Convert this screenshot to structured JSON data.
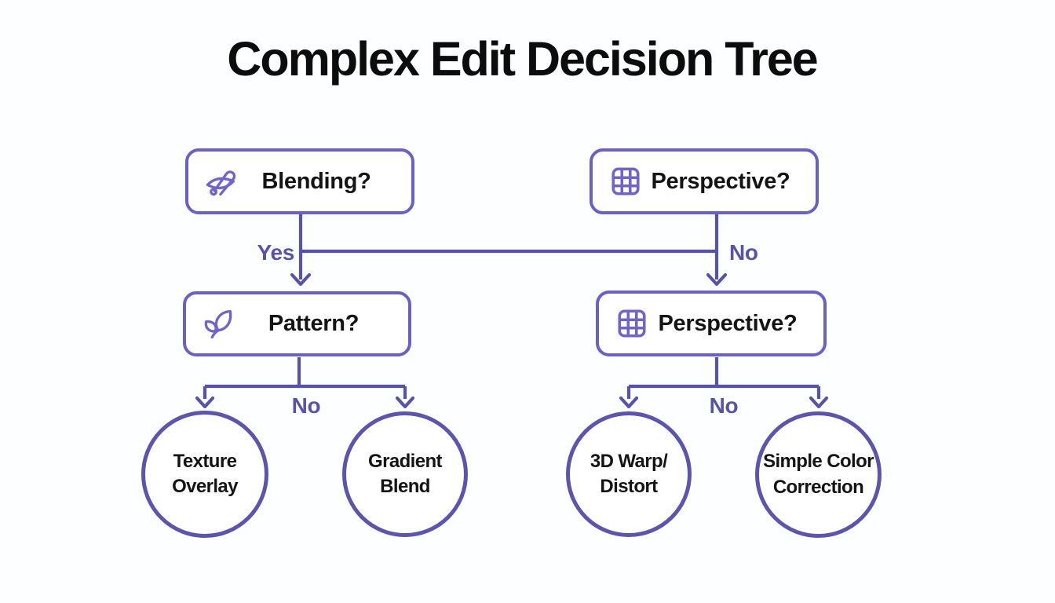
{
  "title": "Complex Edit Decision Tree",
  "colors": {
    "line_purple": "#5a52a8",
    "box_border_purple": "#6b60c3",
    "circle_border_purple": "#5d54ad",
    "icon_purple": "#7164c9",
    "text_black": "#141414",
    "background": "#fdfeff"
  },
  "nodes": {
    "blending": {
      "label": "Blending?",
      "icon": "brush-blend-icon"
    },
    "perspective_top": {
      "label": "Perspective?",
      "icon": "grid-icon"
    },
    "pattern": {
      "label": "Pattern?",
      "icon": "leaf-icon"
    },
    "perspective_mid": {
      "label": "Perspective?",
      "icon": "grid-icon"
    },
    "texture_overlay": {
      "line1": "Texture",
      "line2": "Overlay"
    },
    "gradient_blend": {
      "line1": "Gradient",
      "line2": "Blend"
    },
    "warp_distort": {
      "line1": "3D Warp/",
      "line2": "Distort"
    },
    "simple_color": {
      "line1": "Simple Color",
      "line2": "Correction"
    }
  },
  "edges": {
    "blending_yes": "Yes",
    "perspective_top_no": "No",
    "pattern_no": "No",
    "perspective_mid_no": "No"
  }
}
